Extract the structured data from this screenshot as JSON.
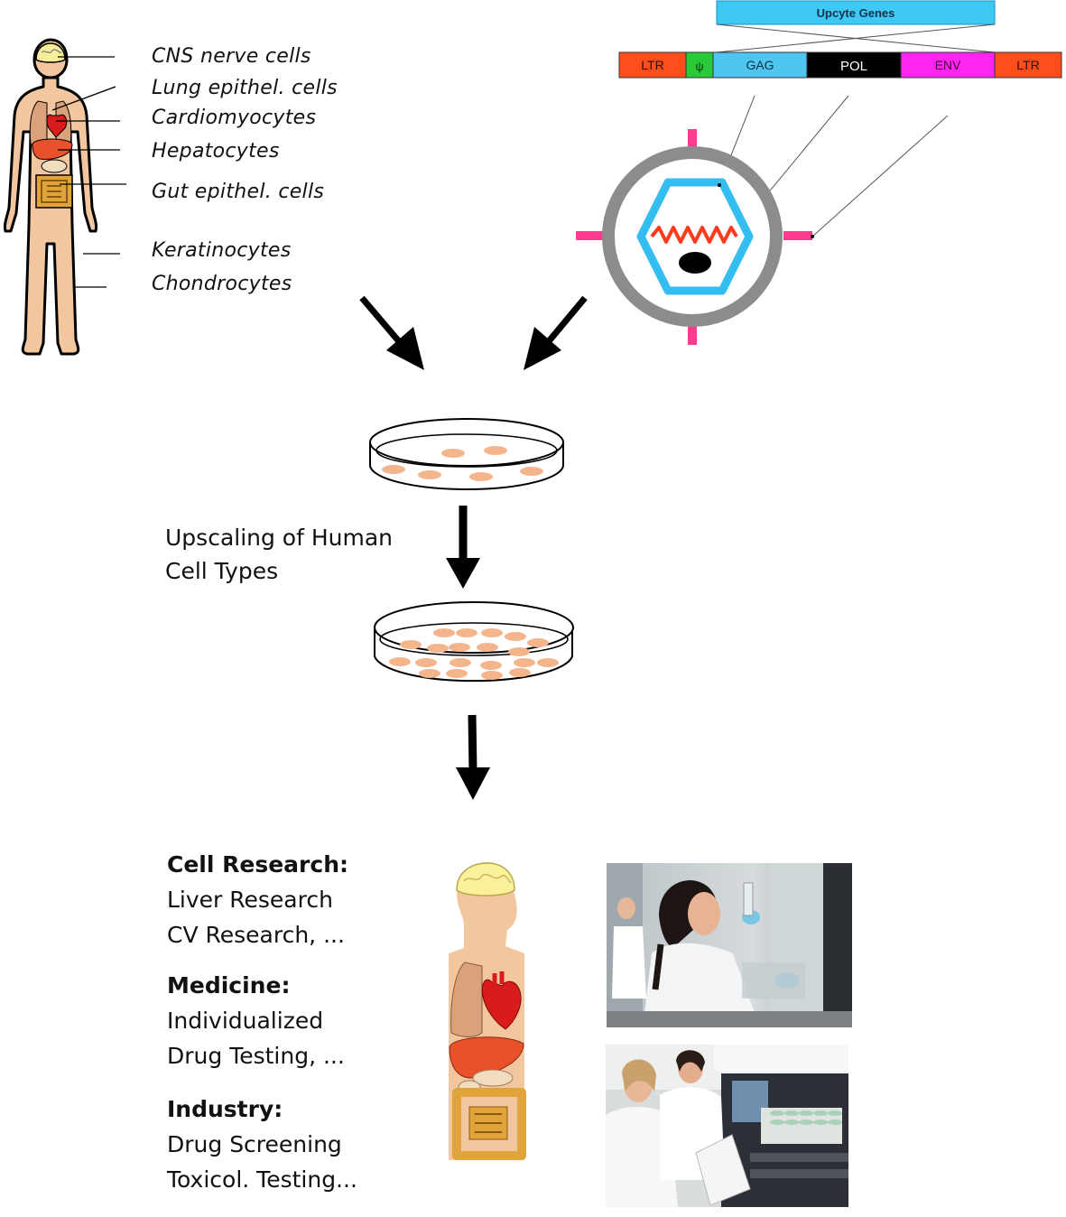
{
  "cell_types": [
    "CNS nerve cells",
    "Lung epithel. cells",
    "Cardiomyocytes",
    "Hepatocytes",
    "Gut epithel. cells",
    "Keratinocytes",
    "Chondrocytes"
  ],
  "vector": {
    "insert_label": "Upcyte Genes",
    "segments": [
      "LTR",
      "ψ",
      "GAG",
      "POL",
      "ENV",
      "LTR"
    ],
    "segment_colors": [
      "#ff4e1c",
      "#29c93a",
      "#4fc6f0",
      "#000000",
      "#ff24f0",
      "#ff4e1c"
    ],
    "insert_color": "#3ec8f3"
  },
  "upscaling": {
    "line1": "Upscaling of Human",
    "line2": "Cell Types"
  },
  "applications": [
    {
      "heading": "Cell Research:",
      "lines": [
        "Liver Research",
        "CV Research, ..."
      ]
    },
    {
      "heading": "Medicine:",
      "lines": [
        "Individualized",
        "Drug Testing, ..."
      ]
    },
    {
      "heading": "Industry:",
      "lines": [
        "Drug Screening",
        "Toxicol. Testing..."
      ]
    }
  ],
  "colors": {
    "cell": "#f4b48c",
    "skin": "#f2c7a0",
    "virus_capsid": "#33bdf0",
    "virus_envelope": "#8c8c8c",
    "spike": "#ff3b8f",
    "rna": "#ff3b1c"
  }
}
